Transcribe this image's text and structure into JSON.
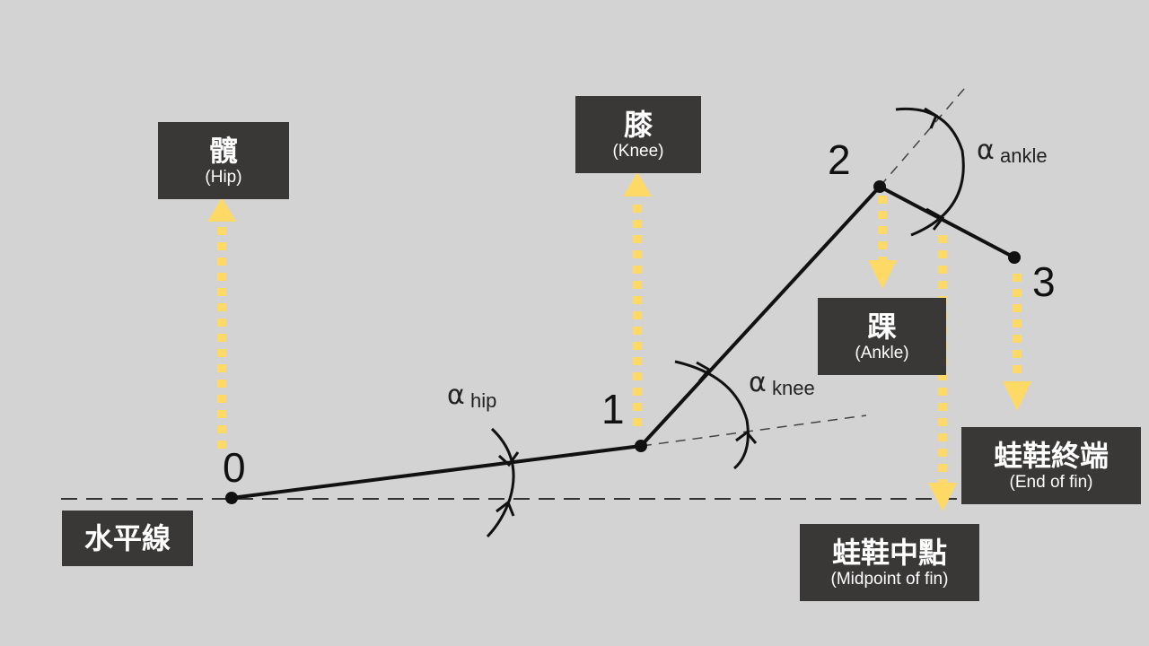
{
  "nodes": {
    "n0": "0",
    "n1": "1",
    "n2": "2",
    "n3": "3"
  },
  "angles": {
    "hip": {
      "symbol": "α",
      "sub": "hip"
    },
    "knee": {
      "symbol": "α",
      "sub": "knee"
    },
    "ankle": {
      "symbol": "α",
      "sub": "ankle"
    }
  },
  "labels": {
    "hip": {
      "zh": "髖",
      "en": "(Hip)"
    },
    "knee": {
      "zh": "膝",
      "en": "(Knee)"
    },
    "ankle": {
      "zh": "踝",
      "en": "(Ankle)"
    },
    "fin_end": {
      "zh": "蛙鞋終端",
      "en": "(End of fin)"
    },
    "fin_mid": {
      "zh": "蛙鞋中點",
      "en": "(Midpoint of fin)"
    },
    "horizontal": {
      "zh": "水平線"
    }
  },
  "colors": {
    "background": "#d3d3d3",
    "label_box": "#3a3837",
    "arrow": "#ffd966",
    "limb": "#111111"
  }
}
